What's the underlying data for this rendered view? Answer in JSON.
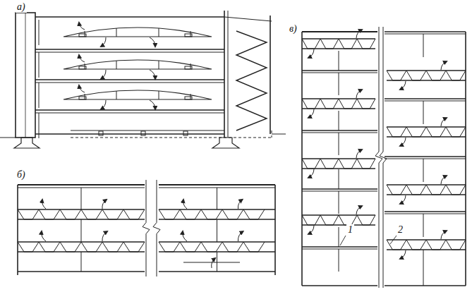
{
  "diagram": {
    "labels": [
      "а)",
      "в)",
      "б)",
      "1",
      "2"
    ]
  }
}
